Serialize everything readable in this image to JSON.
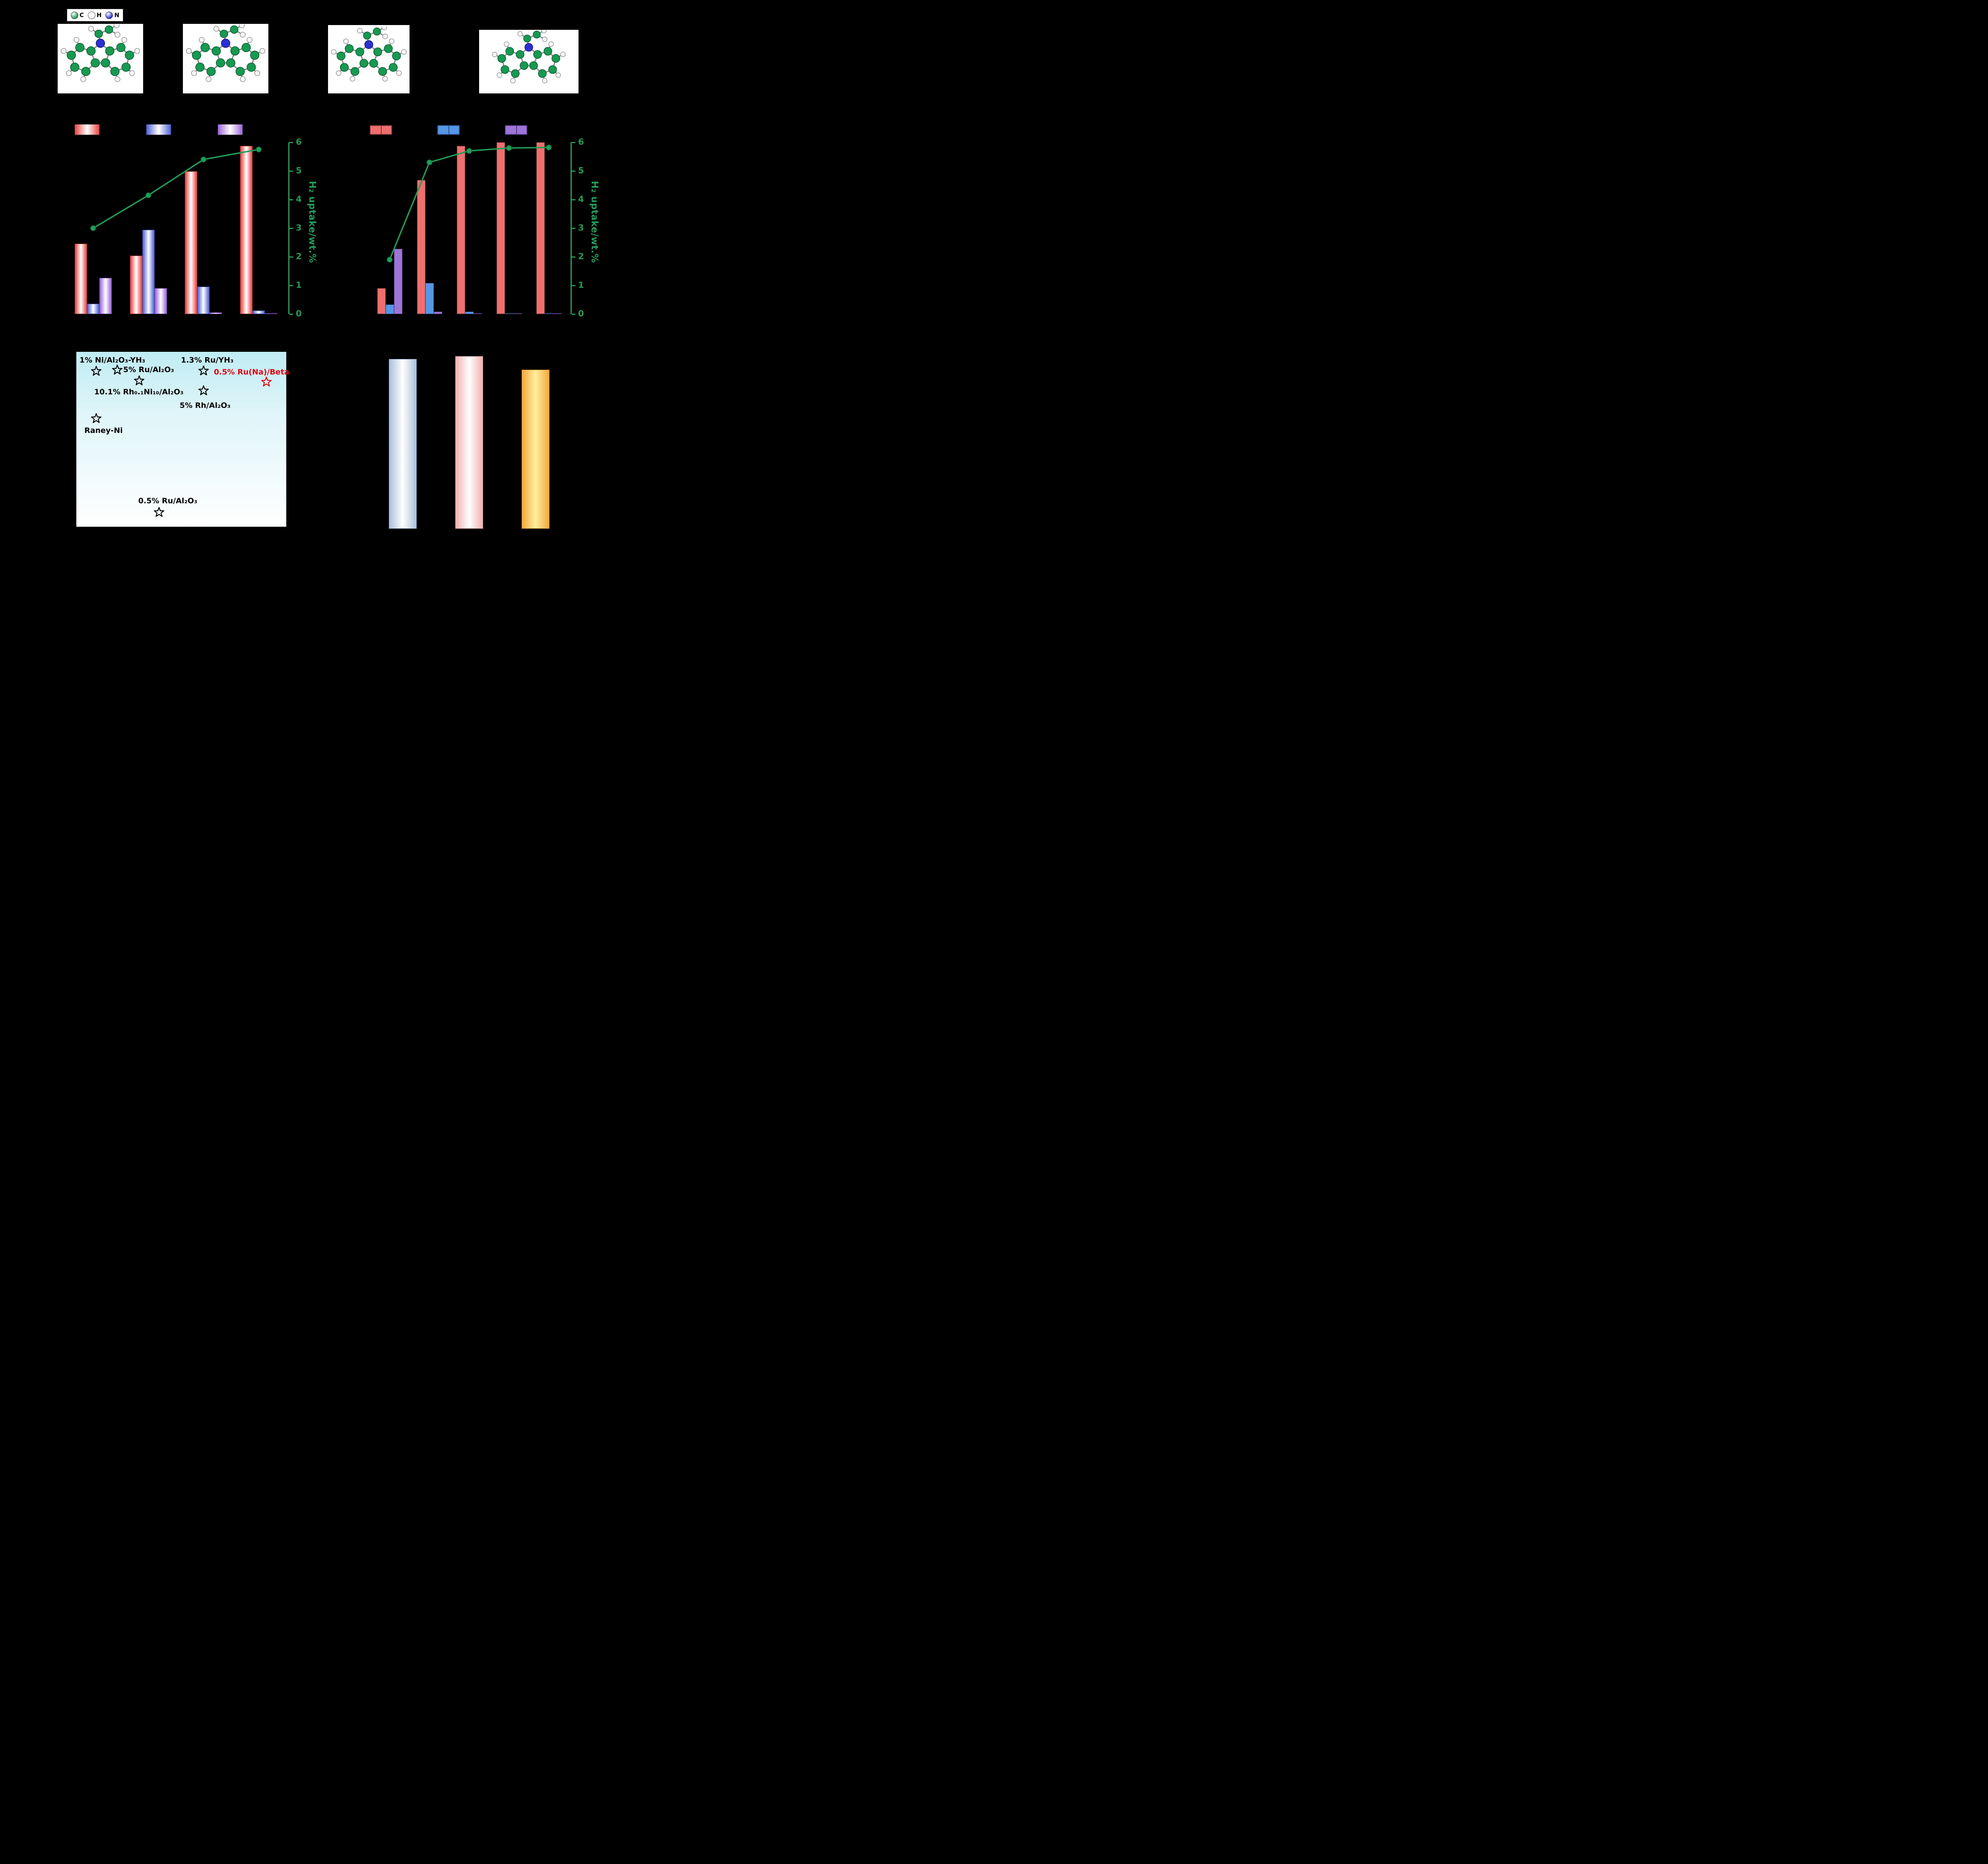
{
  "colors": {
    "background": "#000000",
    "accent_green": "#1e9e56",
    "red_gradient": "#e8423d",
    "blue_gradient": "#4b5fd6",
    "purple_gradient": "#9a63d8",
    "red_solid": "#ee6f6e",
    "blue_solid": "#5596e6",
    "purple_solid": "#9d74d8",
    "star_red": "#e8000b"
  },
  "atom_legend": {
    "items": [
      {
        "symbol": "C",
        "color": "#169a52"
      },
      {
        "symbol": "H",
        "color": "#f2f2f2"
      },
      {
        "symbol": "N",
        "color": "#2b2fd4"
      }
    ]
  },
  "chart_data": [
    {
      "id": "mid-left-combo",
      "type": "bar",
      "categories": [
        "",
        "",
        "",
        ""
      ],
      "series": [
        {
          "name": "red-gradient-series",
          "style": "grad-red",
          "values": [
            41,
            34,
            83,
            98
          ]
        },
        {
          "name": "blue-gradient-series",
          "style": "grad-blue",
          "values": [
            6,
            49,
            16,
            2
          ]
        },
        {
          "name": "purple-gradient-series",
          "style": "grad-purple",
          "values": [
            21,
            15,
            1,
            0.5
          ]
        }
      ],
      "line_series": {
        "name": "h2-uptake",
        "color": "#1e9e56",
        "values": [
          3.0,
          4.15,
          5.4,
          5.75
        ]
      },
      "left_axis": {
        "range": [
          0,
          100
        ]
      },
      "right_axis": {
        "label": "H₂ uptake/wt.%",
        "range": [
          0,
          6
        ],
        "ticks": [
          0,
          1,
          2,
          3,
          4,
          5,
          6
        ]
      },
      "legend_swatches": [
        "grad-red",
        "grad-blue",
        "grad-purple"
      ]
    },
    {
      "id": "mid-right-combo",
      "type": "bar",
      "categories": [
        "",
        "",
        "",
        "",
        ""
      ],
      "series": [
        {
          "name": "red-solid-series",
          "style": "solid-red",
          "values": [
            15,
            78,
            98,
            100,
            100
          ]
        },
        {
          "name": "blue-solid-series",
          "style": "solid-blue",
          "values": [
            5.5,
            18,
            1.5,
            0.5,
            0.3
          ]
        },
        {
          "name": "purple-solid-series",
          "style": "solid-purple",
          "values": [
            38,
            1.5,
            0.3,
            0.2,
            0.1
          ]
        }
      ],
      "line_series": {
        "name": "h2-uptake",
        "color": "#1e9e56",
        "values": [
          1.9,
          5.3,
          5.7,
          5.8,
          5.82
        ]
      },
      "left_axis": {
        "range": [
          0,
          100
        ]
      },
      "right_axis": {
        "label": "H₂ uptake/wt.%",
        "range": [
          0,
          6
        ],
        "ticks": [
          0,
          1,
          2,
          3,
          4,
          5,
          6
        ]
      },
      "legend_swatches": [
        "solid-red",
        "solid-blue",
        "solid-purple"
      ]
    },
    {
      "id": "bottom-left-scatter",
      "type": "scatter",
      "points": [
        {
          "label": "1% Ni/Al₂O₃-YH₃",
          "x_frac": 0.095,
          "y_frac": 0.109,
          "color": "#000000",
          "label_x": 0.015,
          "label_y": 0.022
        },
        {
          "label": "5% Ru/Al₂O₃",
          "x_frac": 0.195,
          "y_frac": 0.102,
          "color": "#000000",
          "label_x": 0.223,
          "label_y": 0.078
        },
        {
          "label": "10.1% Rh₀.₁Ni₁₀/Al₂O₃",
          "x_frac": 0.299,
          "y_frac": 0.164,
          "color": "#000000",
          "label_x": 0.085,
          "label_y": 0.205
        },
        {
          "label": "1.3% Ru/YH₃",
          "x_frac": 0.606,
          "y_frac": 0.107,
          "color": "#000000",
          "label_x": 0.498,
          "label_y": 0.022
        },
        {
          "label": "0.5% Ru(Na)/Beta",
          "x_frac": 0.905,
          "y_frac": 0.17,
          "color": "#e8000b",
          "label_x": 0.655,
          "label_y": 0.09
        },
        {
          "label": "5% Rh/Al₂O₃",
          "x_frac": 0.606,
          "y_frac": 0.22,
          "color": "#000000",
          "label_x": 0.492,
          "label_y": 0.282
        },
        {
          "label": "Raney-Ni",
          "x_frac": 0.095,
          "y_frac": 0.38,
          "color": "#000000",
          "label_x": 0.038,
          "label_y": 0.425
        },
        {
          "label": "0.5% Ru/Al₂O₃",
          "x_frac": 0.394,
          "y_frac": 0.916,
          "color": "#000000",
          "label_x": 0.295,
          "label_y": 0.828
        }
      ]
    },
    {
      "id": "bottom-right-bars",
      "type": "bar",
      "categories": [
        "",
        "",
        ""
      ],
      "values": [
        95,
        96.5,
        89
      ],
      "bar_styles": [
        "grad-steel",
        "grad-pink",
        "grad-gold"
      ]
    }
  ]
}
